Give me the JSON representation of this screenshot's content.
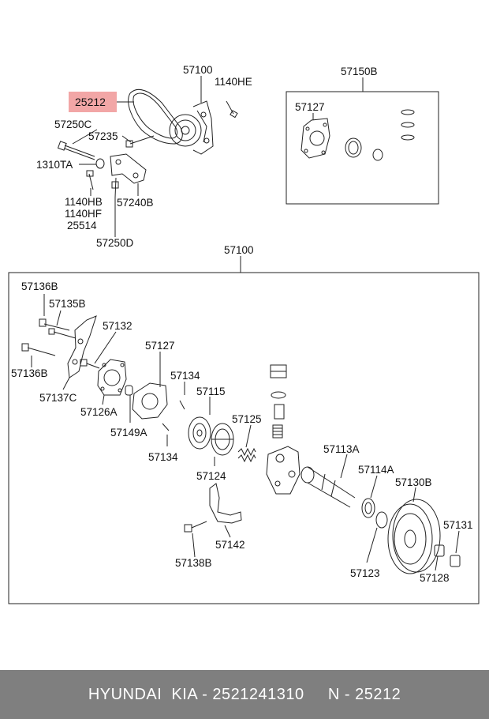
{
  "labels": {
    "top_assembly": "57100",
    "bolt_1140he": "1140HE",
    "kit_57150b": "57150B",
    "belt_25212": "25212",
    "gasket_57127_kit": "57127",
    "l_57250c": "57250C",
    "l_57235": "57235",
    "l_1310ta": "1310TA",
    "l_1140hb": "1140HB",
    "l_1140hf": "1140HF",
    "l_25514": "25514",
    "l_57240b": "57240B",
    "l_57250d": "57250D",
    "detail_assembly": "57100",
    "l_57136b_a": "57136B",
    "l_57135b": "57135B",
    "l_57132": "57132",
    "l_57127": "57127",
    "l_57136b_b": "57136B",
    "l_57134_a": "57134",
    "l_57115": "57115",
    "l_57137c": "57137C",
    "l_57126a": "57126A",
    "l_57125": "57125",
    "l_57149a": "57149A",
    "l_57134_b": "57134",
    "l_57113a": "57113A",
    "l_57114a": "57114A",
    "l_57130b": "57130B",
    "l_57124": "57124",
    "l_57131": "57131",
    "l_57142": "57142",
    "l_57138b": "57138B",
    "l_57123": "57123",
    "l_57128": "57128"
  },
  "footer": {
    "text": "HYUNDAI  KIA - 2521241310     N - 25212"
  },
  "colors": {
    "highlight": "#f2a6a6",
    "footer_bg": "#7f7f7f",
    "line": "#222222"
  }
}
